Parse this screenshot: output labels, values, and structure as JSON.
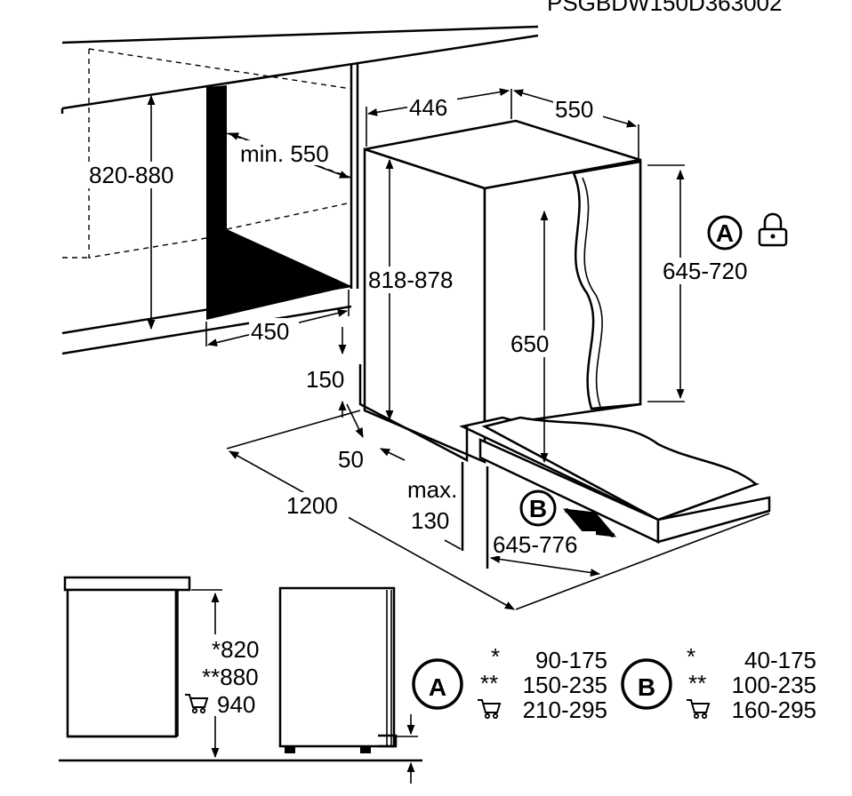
{
  "model_code": "PSGBDW150D363002",
  "top_diagram": {
    "niche_height": "820-880",
    "niche_depth_min": "min. 550",
    "niche_width": "450",
    "door_offset": "446",
    "unit_depth": "550",
    "unit_height": "818-878",
    "door_panel_height_label": "645-720",
    "callout_a": "A",
    "inner_height": "650",
    "plinth_height": "150",
    "plinth_gap": "50",
    "max_label": "max.",
    "max_value": "130",
    "floor_clearance": "1200",
    "callout_b": "B",
    "door_travel": "645-776"
  },
  "bottom_diagram": {
    "height_rows": [
      {
        "mark": "*",
        "value": "820"
      },
      {
        "mark": "**",
        "value": "880"
      },
      {
        "mark": "cart",
        "value": "940"
      }
    ],
    "table_a": {
      "letter": "A",
      "rows": [
        {
          "mark": "*",
          "value": "90-175"
        },
        {
          "mark": "**",
          "value": "150-235"
        },
        {
          "mark": "cart",
          "value": "210-295"
        }
      ]
    },
    "table_b": {
      "letter": "B",
      "rows": [
        {
          "mark": "*",
          "value": "40-175"
        },
        {
          "mark": "**",
          "value": "100-235"
        },
        {
          "mark": "cart",
          "value": "160-295"
        }
      ]
    }
  }
}
